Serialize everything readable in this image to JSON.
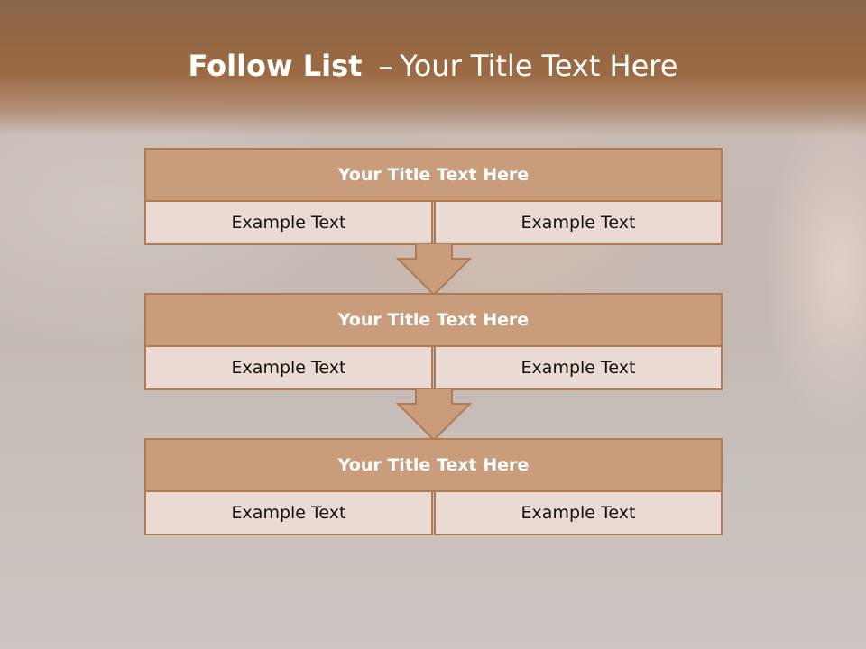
{
  "slide": {
    "title_bold": "Follow List",
    "title_separator": "–",
    "title_rest": "Your Title Text Here"
  },
  "steps": [
    {
      "title": "Your Title Text Here",
      "cells": [
        "Example Text",
        "Example Text"
      ]
    },
    {
      "title": "Your Title Text Here",
      "cells": [
        "Example Text",
        "Example Text"
      ]
    },
    {
      "title": "Your Title Text Here",
      "cells": [
        "Example Text",
        "Example Text"
      ]
    }
  ],
  "colors": {
    "header": "#9c6a42",
    "box_title_fill": "#c99d7c",
    "box_border": "#b07a55",
    "box_cell_fill": "#e9dad3"
  }
}
